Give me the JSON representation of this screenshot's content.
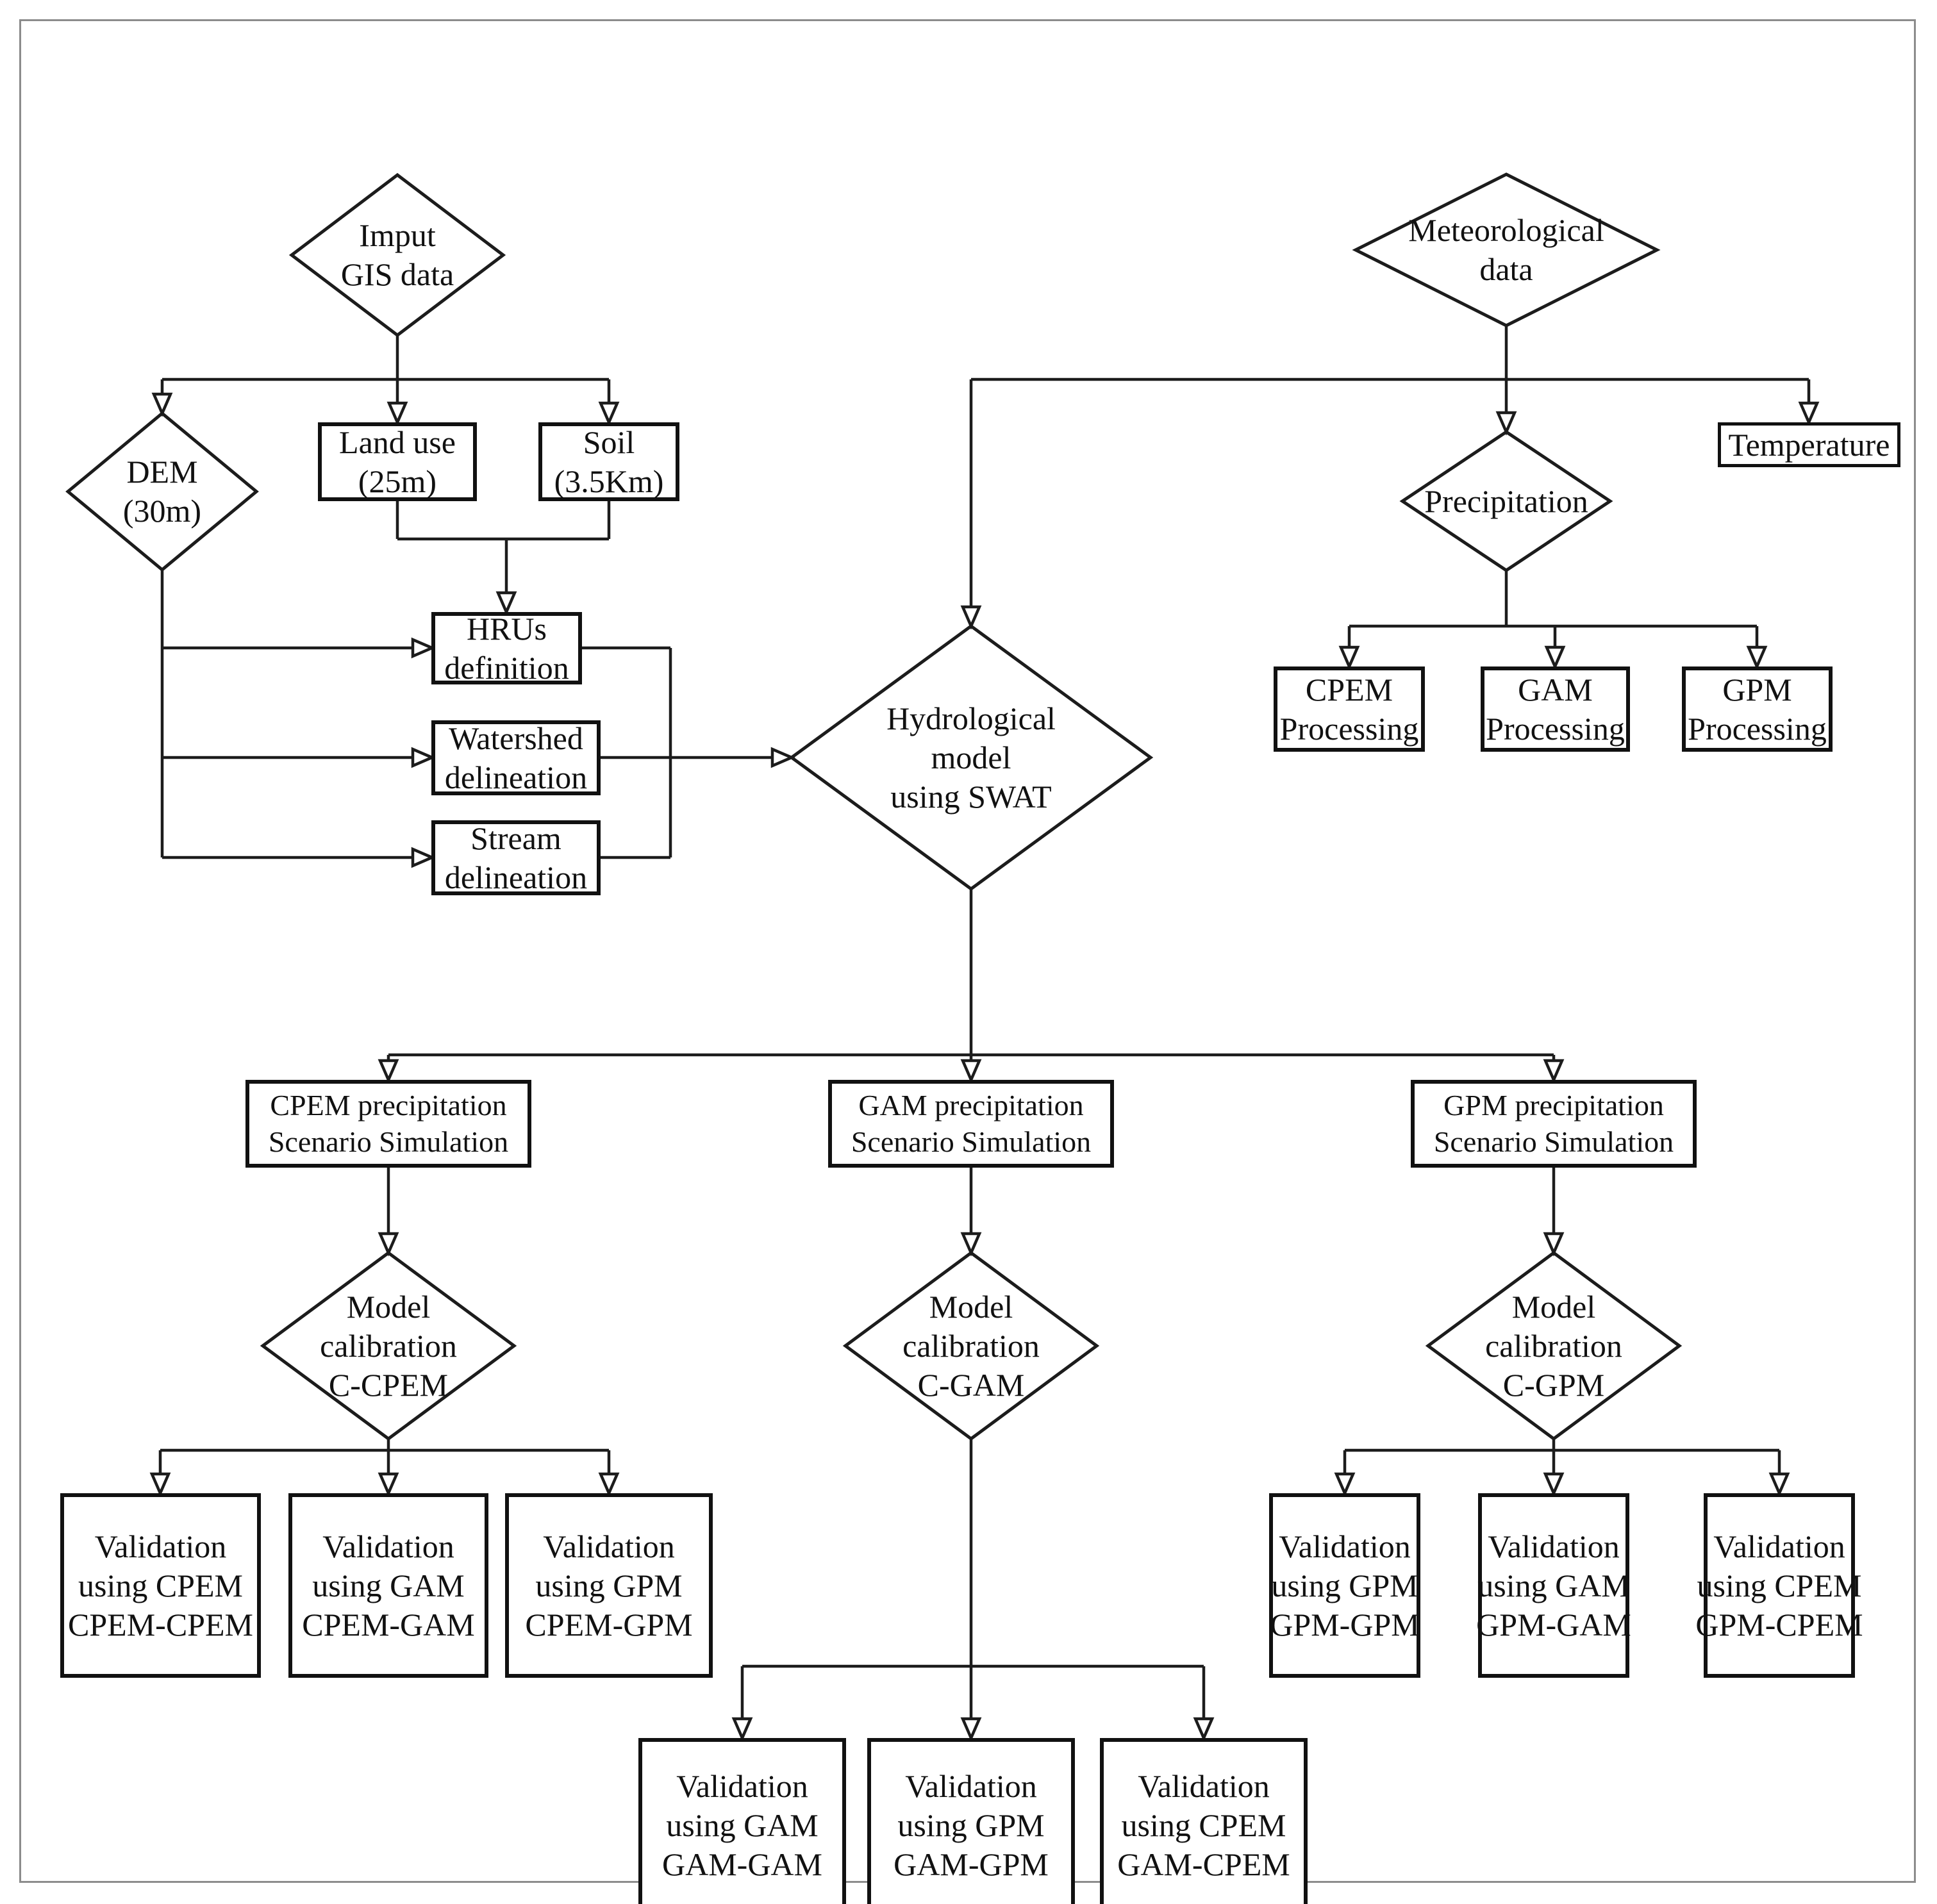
{
  "figure_type": "flowchart",
  "colors": {
    "line_color": "#1c1c1c",
    "box_border": "#111111",
    "frame_color": "#8c8c8c",
    "paper": "#ffffff"
  },
  "nodes": {
    "input_gis": "Imput\nGIS data",
    "dem": "DEM\n(30m)",
    "land_use": "Land use\n(25m)",
    "soil": "Soil\n(3.5Km)",
    "hrus": "HRUs\ndefinition",
    "watershed": "Watershed\ndelineation",
    "stream": "Stream\ndelineation",
    "swat": "Hydrological\nmodel\nusing SWAT",
    "meteorological": "Meteorological\ndata",
    "precipitation": "Precipitation",
    "temperature": "Temperature",
    "cpem_processing": "CPEM\nProcessing",
    "gam_processing": "GAM\nProcessing",
    "gpm_processing": "GPM\nProcessing",
    "cpem_scenario": "CPEM precipitation\nScenario Simulation",
    "gam_scenario": "GAM precipitation\nScenario Simulation",
    "gpm_scenario": "GPM precipitation\nScenario Simulation",
    "c_cpem": "Model\ncalibration\nC-CPEM",
    "c_gam": "Model\ncalibration\nC-GAM",
    "c_gpm": "Model\ncalibration\nC-GPM",
    "val_cpem_cpem": "Validation\nusing CPEM\nCPEM-CPEM",
    "val_cpem_gam": "Validation\nusing GAM\nCPEM-GAM",
    "val_cpem_gpm": "Validation\nusing GPM\nCPEM-GPM",
    "val_gpm_gpm": "Validation\nusing GPM\nGPM-GPM",
    "val_gpm_gam": "Validation\nusing GAM\nGPM-GAM",
    "val_gpm_cpem": "Validation\nusing CPEM\nGPM-CPEM",
    "val_gam_gam": "Validation\nusing GAM\nGAM-GAM",
    "val_gam_gpm": "Validation\nusing GPM\nGAM-GPM",
    "val_gam_cpem": "Validation\nusing CPEM\nGAM-CPEM"
  }
}
